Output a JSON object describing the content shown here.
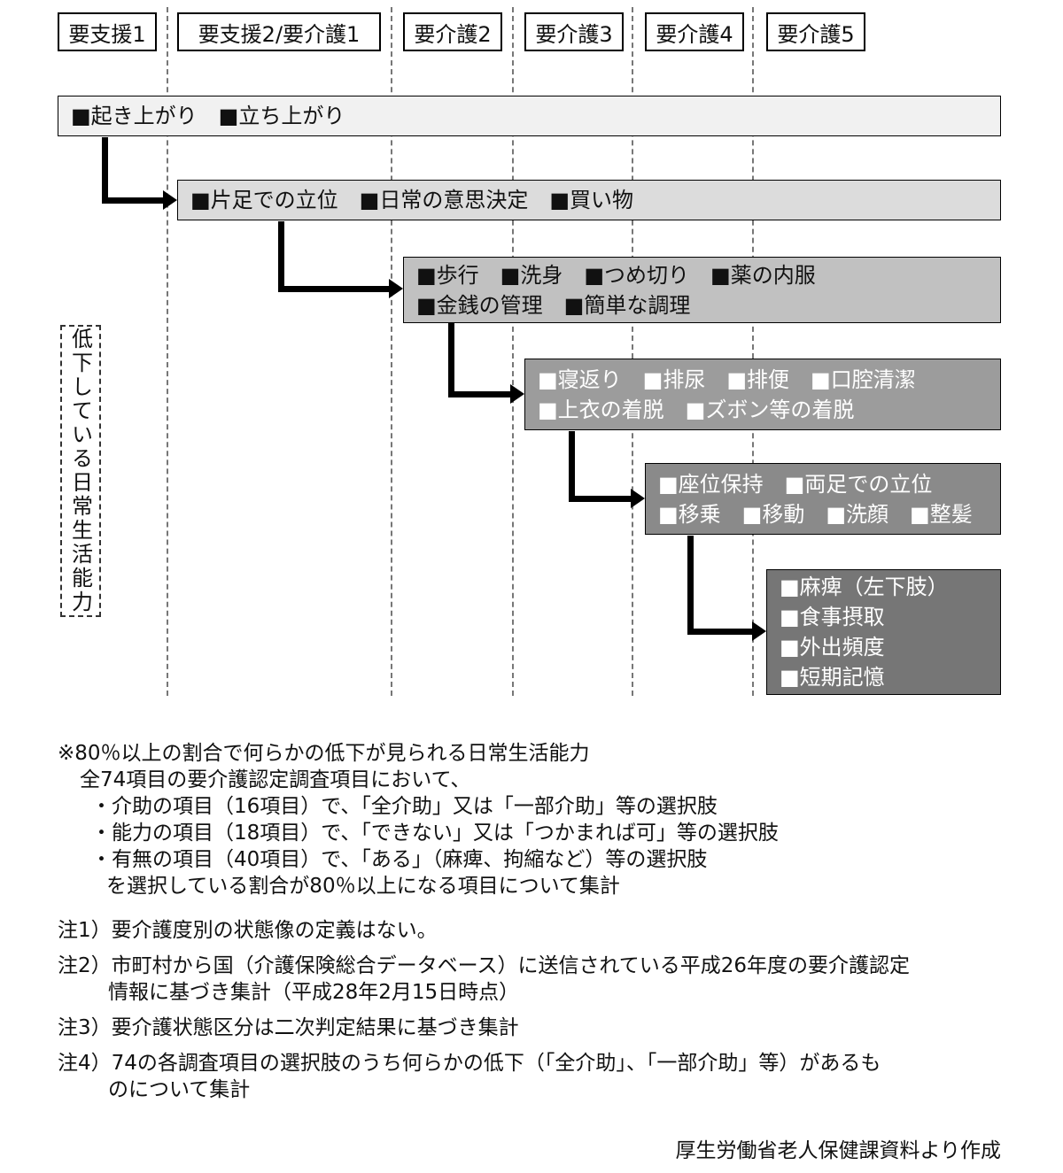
{
  "headers": {
    "h1": "要支援1",
    "h2": "要支援2/要介護1",
    "h3": "要介護2",
    "h4": "要介護3",
    "h5": "要介護4",
    "h6": "要介護5"
  },
  "stairs": {
    "s1_line1": "■起き上がり　■立ち上がり",
    "s2_line1": "■片足での立位　■日常の意思決定　■買い物",
    "s3_line1": "■歩行　■洗身　■つめ切り　■薬の内服",
    "s3_line2": "■金銭の管理　■簡単な調理",
    "s4_line1": "■寝返り　■排尿　■排便　■口腔清潔",
    "s4_line2": "■上衣の着脱　■ズボン等の着脱",
    "s5_line1": "■座位保持　■両足での立位",
    "s5_line2": "■移乗　■移動　■洗顔　■整髪",
    "s6_line1": "■麻痺（左下肢）",
    "s6_line2": "■食事摂取",
    "s6_line3": "■外出頻度",
    "s6_line4": "■短期記憶"
  },
  "side_label": "低下している日常生活能力",
  "notes": {
    "header": "※80％以上の割合で何らかの低下が見られる日常生活能力",
    "intro": "全74項目の要介護認定調査項目において、",
    "bullet1": "・介助の項目（16項目）で、「全介助」又は「一部介助」等の選択肢",
    "bullet2": "・能力の項目（18項目）で、「できない」又は「つかまれば可」等の選択肢",
    "bullet3": "・有無の項目（40項目）で、「ある」（麻痺、拘縮など）等の選択肢",
    "closing": "を選択している割合が80％以上になる項目について集計",
    "note1": "注1）要介護度別の状態像の定義はない。",
    "note2a": "注2）市町村から国（介護保険総合データベース）に送信されている平成26年度の要介護認定",
    "note2b": "情報に基づき集計（平成28年2月15日時点）",
    "note3": "注3）要介護状態区分は二次判定結果に基づき集計",
    "note4a": "注4）74の各調査項目の選択肢のうち何らかの低下（「全介助」、「一部介助」等）があるも",
    "note4b": "のについて集計"
  },
  "source": "厚生労働省老人保健課資料より作成",
  "colors": {
    "level1_bg": "#f1f1f1",
    "level2_bg": "#dcdcdc",
    "level3_bg": "#c1c1c1",
    "level4_bg": "#9c9c9c",
    "level5_bg": "#8a8a8a",
    "level6_bg": "#767676"
  }
}
